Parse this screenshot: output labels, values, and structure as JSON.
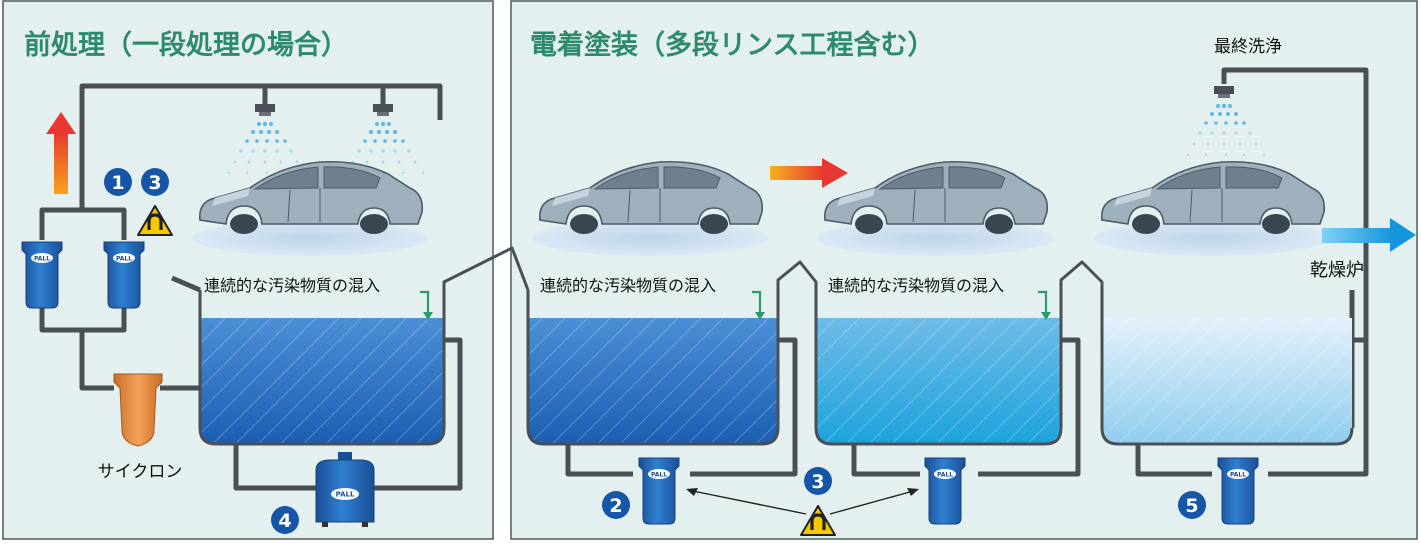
{
  "left_panel": {
    "title": "前処理（一段処理の場合）",
    "contamination_label": "連続的な汚染物質の混入",
    "cyclone_label": "サイクロン",
    "badges": [
      "1",
      "3",
      "4"
    ],
    "filter_brand": "PALL"
  },
  "right_panel": {
    "title": "電着塗装（多段リンス工程含む）",
    "final_wash_label": "最終洗浄",
    "oven_label": "乾燥炉",
    "contamination_labels": [
      "連続的な汚染物質の混入",
      "連続的な汚染物質の混入"
    ],
    "badges": [
      "2",
      "3",
      "5"
    ],
    "filter_brand": "PALL"
  },
  "colors": {
    "panel_bg": "#e3f0ef",
    "panel_border": "#4a5a5c",
    "title_green": "#2e8a6e",
    "pipe": "#4a4f55",
    "filter_blue": "#1e5fae",
    "cyclone_orange": "#e0883a",
    "badge_blue": "#1756a7",
    "warning_yellow": "#f5c800",
    "contamination_arrow": "#2e9a6a",
    "oven_arrow": "#1e9ee0"
  },
  "icons": [
    "red-up-arrow-icon",
    "warning-magnet-icon",
    "spray-nozzle-icon",
    "car-body-icon",
    "red-right-arrow-icon",
    "blue-right-arrow-icon",
    "down-arrow-icon"
  ]
}
